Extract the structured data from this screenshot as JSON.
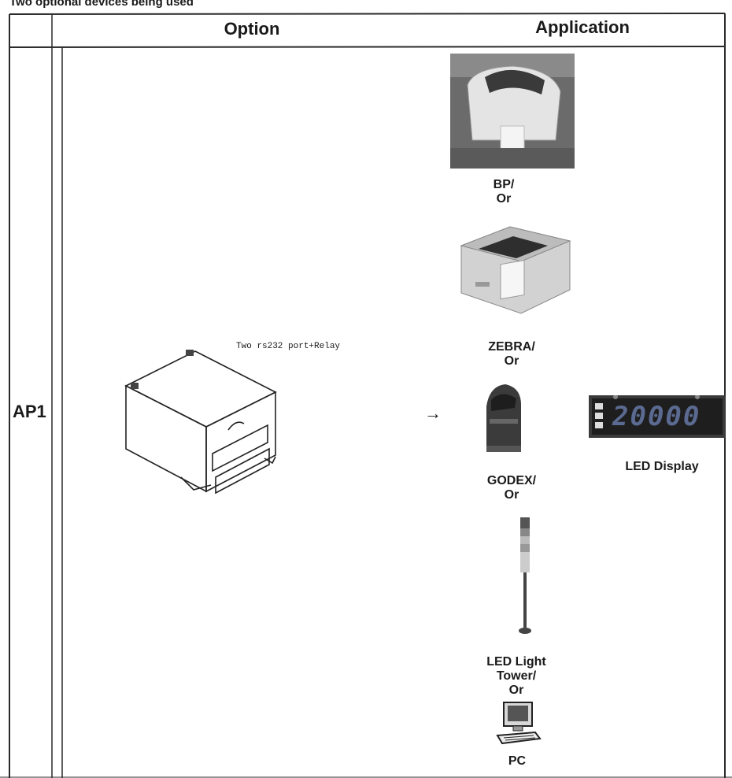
{
  "caption": "Two optional devices being used",
  "table": {
    "header_option": "Option",
    "header_application": "Application",
    "row_label": "AP1"
  },
  "option": {
    "module_label": "Two rs232 port+Relay",
    "arrow": "→"
  },
  "applications": {
    "bp": {
      "name": "BP/",
      "or": "Or"
    },
    "zebra": {
      "name": "ZEBRA/",
      "or": "Or"
    },
    "godex": {
      "name": "GODEX/",
      "or": "Or"
    },
    "tower": {
      "line1": "LED Light",
      "line2": "Tower/",
      "or": "Or"
    },
    "pc": {
      "name": "PC"
    },
    "led_display": {
      "name": "LED Display",
      "reading": "20000"
    }
  },
  "colors": {
    "border": "#2a2a2a",
    "led_panel": "#3a3a3a",
    "led_digits": "#5a6a90"
  }
}
